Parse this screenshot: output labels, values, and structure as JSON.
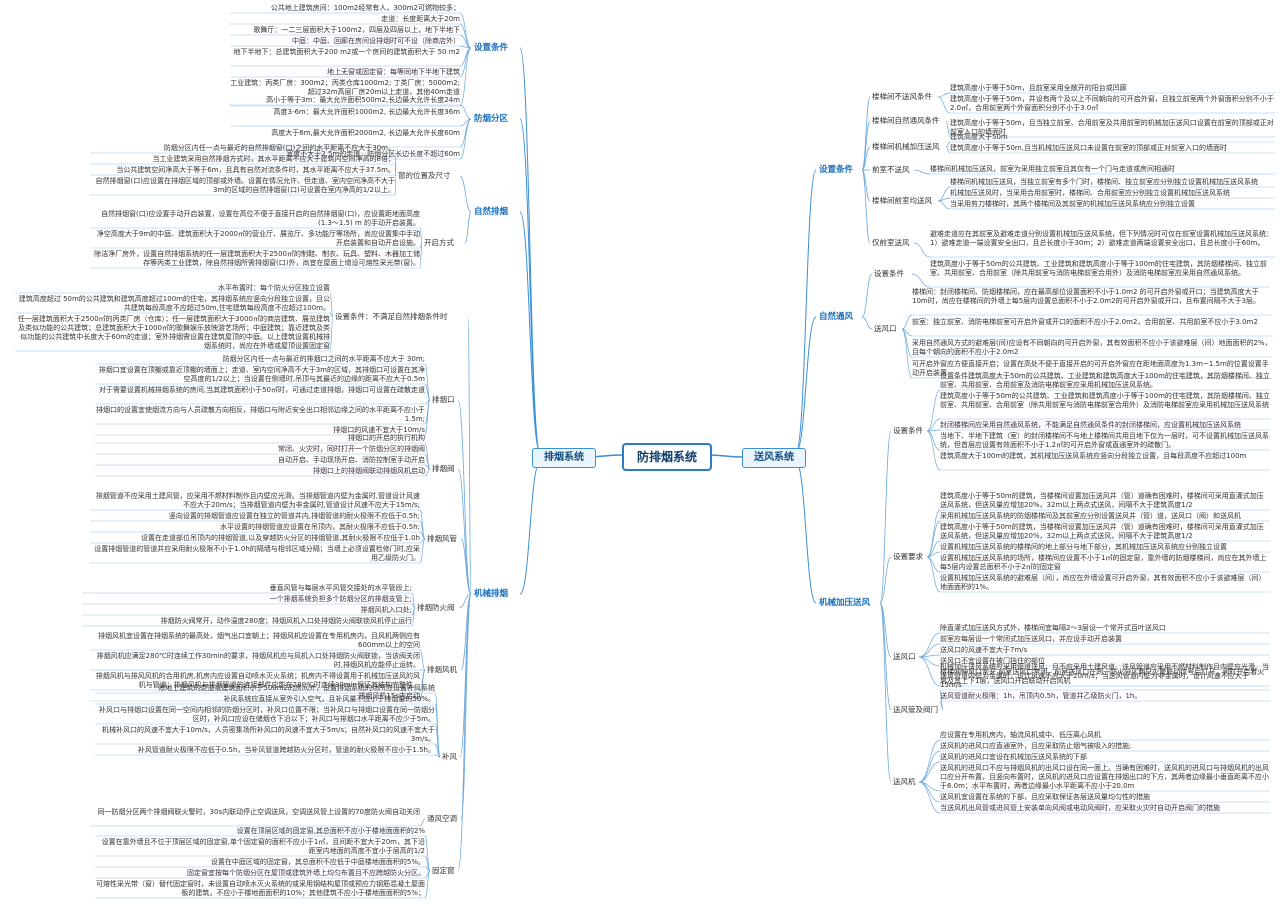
{
  "root": "防排烟系统",
  "branches": {
    "smoke_exhaust": "排烟系统",
    "supply_air": "送风系统"
  },
  "left": {
    "设置条件": {
      "label": "设置条件",
      "items": [
        "公共地上建筑房间：100m2经常有人，300m2可燃物较多；",
        "走道：长度距离大于20m",
        "歌舞厅：一二三层面积大于100m2，四层及四层以上，地下半地下",
        "中庭：中庭、回廊在房间设排烟时可不设（除商店外）",
        "地下半地下：总建筑面积大于200 m2或一个房间的建筑面积大于 50 m2",
        "地上无窗或固定窗：每等同地下半地下建筑",
        "工业建筑：丙类厂房：300m2；丙类仓库1000m2; 丁类厂房：5000m2;超过32m高层厂房20m以上走道，其他40m走道"
      ]
    },
    "防烟分区": {
      "label": "防烟分区",
      "items": [
        "高小于等于3m：最大允许面积500m2,长边最大允许长度24m",
        "高度3-6m：最大允许面积1000m2, 长边最大允许长度36m",
        "高度大于6m,最大允许面积2000m2, 长边最大允许长度60m",
        "宽度不大于2.5m的走道，防烟分区长边长度不超过60m"
      ]
    },
    "自然排烟": {
      "label": "自然排烟",
      "sub1_label": "窗的位置及尺寸",
      "sub1": [
        "防烟分区内任一点与最近的自然排烟窗(口)之间的水平距离不应大于30m。",
        "当工业建筑采用自然排烟方式时，其水平距离不应大于建筑内空间净高的8倍；",
        "当公共建筑空间净高大于等于6m，且具有自然对流条件时，其水平距离不应大于37.5m。",
        "自然排烟窗(口)应设置在排烟区域的顶部或外墙。设置在情况允许、但走道、室内空间净高不大于3m的区域的自然排烟窗(口)可设置在室内净高的1/2以上。"
      ],
      "sub2_label": "开启方式",
      "sub2": [
        "自然排烟窗(口)应设置手动开启装置，设置在高位不便于直接开启的自然排烟窗(口)，应设置距地面高度(1.3～1.5) m 的手动开启装置。",
        "净空高度大于9m的中庭、建筑面积大于2000㎡的营业厅、展览厅、多功能厅等场所，尚应设置集中手动开启装置和自动开启设施。",
        "除洁净厂房外，设置自然排烟系统的任一层建筑面积大于2500㎡的制鞋、制衣、玩具、塑料、木器加工储存等丙类工业建筑，除自然排烟所需排烟窗(口)外，尚宜在屋面上增设可熔性采光带(窗)。"
      ]
    },
    "机械排烟": {
      "label": "机械排烟",
      "设置条件": {
        "label": "设置条件：不满足自然排烟条件时",
        "items": [
          "水平布置时：每个防火分区独立设置",
          "建筑高度超过 50m的公共建筑和建筑高度超过100m的住宅，其排烟系统应竖向分段独立设置，且公共建筑每段高度不应超过50m,住宅建筑每段高度不应超过100m。",
          "任一层建筑面积大于2500㎡的丙类厂房（仓库）；任一层建筑面积大于3000㎡的商店建筑、展览建筑及类似功能的公共建筑；总建筑面积大于1000㎡的歌舞娱乐放映游艺场所；中庭建筑；靠近建筑及类似功能的公共建筑中长度大于60m的走道；室外排烟需设置在建筑屋顶的中庭。以上建筑设置机械排烟系统时，尚应在外墙或屋顶设置固定窗"
        ]
      },
      "排烟口": {
        "label": "排烟口",
        "items": [
          "防烟分区内任一点与最近的排烟口之间的水平距离不应大于 30m;",
          "排烟口宜设置在顶棚或靠近顶棚的墙面上；走道、室内空间净高不大于3m的区域，其排烟口可设置在其净空高度的1/2以上；当设置在侧墙时,吊顶与其最近的边缘的距离不应大于0.5m",
          "对于需要设置机械排烟系统的房间,当其建筑面积小于50㎡时，可通过走道排烟，排烟口可设置在疏散走道",
          "排烟口的设置宜使烟流方向与人员疏散方向相反，排烟口与附近安全出口相邻边缘之间的水平距离不应小于1.5m;",
          "排烟口的风速不宜大于10m/s"
        ]
      },
      "排烟阀": {
        "label": "排烟阀",
        "items": [
          "排烟口的开启的执行机构",
          "常闭、火灾时，同时打开一个防烟分区的排烟阀",
          "自动开启、手动现场开启、消防控制室手动开启",
          "排烟口上的排烟阀联动排烟风机启动"
        ]
      },
      "排烟风管": {
        "label": "排烟风管",
        "items": [
          "排烟管道不应采用土建风管，应采用不燃材料制作且内壁应光滑。当排烟管道内壁为金属时,管道设计风速不应大于20m/s；当排烟管道内壁为非金属时,管道设计风速不应大于15m/s;",
          "竖向设置的排烟管道应设置在独立的管道井内,排烟管道的耐火极限不应低于0.5h;",
          "水平设置的排烟管道应设置在吊顶内，其耐火极限不应低于0.5h;",
          "设置在走道部位吊顶内的排烟管道,以及穿越防火分区的排烟管道,其耐火极限不应低于1.0h",
          "设置排烟管道的管道井应采用耐火极限不小于1.0h的隔墙与相邻区域分隔；当墙上必须设置检修门时,应采用乙级防火门。"
        ]
      },
      "排烟防火阀": {
        "label": "排烟防火阀",
        "items": [
          "垂直风管与每层水平风管交接处的水平管段上;",
          "一个排烟系统负担多个防烟分区的排烟支管上;",
          "排烟风机入口处;",
          "排烟防火阀常开，动作温度280度；排烟风机入口处排烟防火阀联锁风机停止运行"
        ]
      },
      "排烟风机": {
        "label": "排烟风机",
        "items": [
          "排烟风机宜设置在排烟系统的最高处，烟气出口宜朝上；排烟风机应设置在专用机房内，且风机两侧应有600mm以上的空间",
          "排烟风机应满足280℃时连续工作30min的要求，排烟风机应与风机入口处排烟防火阀联锁，当该阀关闭时,排烟风机应能停止运转。",
          "排烟风机与排风风机的合用机房,机房内应设置自动喷水灭火系统；机房内不得设置用于机械加压送风的风机与管道；排烟风机与排烟管道的连接部件应能在280℃时连续30min保证其结构完整性。",
          "排烟风机15s内启动"
        ]
      },
      "补风": {
        "label": "补风",
        "items": [
          "除地上建筑的走道或建筑面积小于500m2的房间外，设置排烟系统的场所应设置补风系统",
          "补风系统应直接从室外引入空气，且补风量不应小于排烟量的50%。",
          "补风口与排烟口设置在同一空间内相邻的防烟分区时，补风口位置不限；当补风口与排烟口设置在同一防烟分区时，补风口应设在储烟仓下沿以下；补风口与排烟口水平距离不应少于5m。",
          "机械补风口的风速不宜大于10m/s，人员密集场所补风口的风速不宜大于5m/s；自然补风口的风速不宜大于3m/s。",
          "补风管道耐火极限不应低于0.5h，当补风管道跨越防火分区时，管道的耐火极限不应小于1.5h。"
        ]
      },
      "通风空调": {
        "label": "通风空调",
        "items": [
          "同一防烟分区两个排烟阀联火警时，30s内联动停止空调送风，空调送风管上设置的70度防火阀自动关闭"
        ]
      },
      "固定窗": {
        "label": "固定窗",
        "items": [
          "设置在顶层区域的固定窗,其总面积不应小于楼地面面积的2%",
          "设置在靠外墙且不位于顶层区域的固定窗,单个固定窗的面积不应小于1㎡，且间距不宜大于20m，其下沿距室内地面的高度不宜小于层高的1/2",
          "设置在中庭区域的固定窗，其总面积不应低于中庭楼地面面积的5%。",
          "固定窗宜按每个防烟分区在屋顶或建筑外墙上均匀布置且不应跨越防火分区。",
          "可熔性采光带（窗）替代固定窗时，未设置自动喷水灭火系统的或采用钢结构屋顶或预应力钢筋混凝土屋面板的建筑，不应小于楼地面面积的10%；其他建筑不应小于楼地面面积的5%；"
        ]
      }
    }
  },
  "right": {
    "设置条件": {
      "label": "设置条件",
      "楼梯间不送风条件": {
        "label": "楼梯间不送风条件",
        "items": [
          "建筑高度小于等于50m，且前室采用全敞开的阳台或凹廊",
          "建筑高度小于等于50m，并设有两个及以上不同朝向的可开启外窗，且独立前室两个外窗面积分别不小于2.0㎡，合用前室两个外窗面积分别不小于3.0㎡"
        ]
      },
      "楼梯间自然通风条件": {
        "label": "楼梯间自然通风条件",
        "items": [
          "建筑高度小于等于50m，且当独立前室、合用前室及共用前室的机械加压送风口设置在前室的顶部或正对前室入口的墙面时"
        ]
      },
      "楼梯间机械加压送风": {
        "label": "楼梯间机械加压送风",
        "items": [
          "建筑高度大于50m",
          "建筑高度小于等于50m,且当机械加压送风口未设置在前室的顶部或正对前室入口的墙面时"
        ]
      },
      "前室不送风": {
        "label": "前室不送风",
        "items": [
          "楼梯间机械加压送风，前室为采用独立前室且其仅有一个门与走道或房间相通时"
        ]
      },
      "楼梯间前室均送风": {
        "label": "楼梯间前室均送风",
        "items": [
          "楼梯间机械加压送风，当独立前室有多个门时，楼梯间、独立前室应分别独立设置机械加压送风系统",
          "机械加压送风时，当采用合用前室时，楼梯间、合用前室应分别独立设置机械加压送风系统",
          "当采用剪刀楼梯时，其两个楼梯间及其前室的机械加压送风系统应分别独立设置"
        ]
      },
      "仅前室送风": {
        "label": "仅前室送风",
        "items": [
          "避难走道应在其前室及避难走道分别设置机械加压送风系统，但下列情况时可仅在前室设置机械加压送风系统：1）避难走道一端设置安全出口，且总长度小于30m；2）避难走道两端设置安全出口，且总长度小于60m。"
        ]
      }
    },
    "自然通风": {
      "label": "自然通风",
      "设置条件": {
        "label": "设置条件",
        "items": [
          "建筑高度小于等于50m的公共建筑、工业建筑和建筑高度小于等于100m的住宅建筑，其防烟楼梯间、独立前室、共用前室、合用前室（除共用前室与消防电梯前室合用外）及消防电梯前室应采用自然通风系统。"
        ]
      },
      "送风口": {
        "label": "送风口",
        "items": [
          "楼梯间：封闭楼梯间、防烟楼梯间，应在最高部位设置面积不小于1.0m2 的可开启外窗或开口；当建筑高度大于10m时，尚应在楼梯间的外墙上每5层内设置总面积不小于2.0m2的可开启外窗或开口，且布置间隔不大于3层。",
          "前室：独立前室、消防电梯前室可开启外窗或开口的面积不应小于2.0m2，合用前室、共用前室不应小于3.0m2",
          "采用自然通风方式的避难层(间)应设有不同朝向的可开启外窗，其有效面积不应小于该避难层（间）地面面积的2%，且每个朝向的面积不应小于2.0m2",
          "可开启外窗应方便直接开启；设置在高处不便于直接开启的可开启外窗应在距地面高度为1.3m~1.5m的位置设置手动开启装置"
        ]
      }
    },
    "机械加压送风": {
      "label": "机械加压送风",
      "设置条件": {
        "label": "设置条件",
        "items": [
          "设置条件建筑高度大于50m的公共建筑、工业建筑和建筑高度大于100m的住宅建筑，其防烟楼梯间、独立前室、共用前室、合用前室及消防电梯前室应采用机械加压送风系统。",
          "建筑高度小于等于50m的公共建筑、工业建筑和建筑高度小于等于100m的住宅建筑，其防烟楼梯间、独立前室、共用前室、合用前室（除共用前室与消防电梯前室合用外）及消防电梯前室应采用机械加压送风系统",
          "封闭楼梯间应采用自然通风系统，不能满足自然通风条件的封闭楼梯间，应设置机械加压送风系统",
          "当地下、半地下建筑（室）的封闭楼梯间不与地上楼梯间共用且地下仅为一层时，可不设置机械加压送风系统，但首层应设置有效面积不小于1.2㎡的可开启外窗或直通室外的疏散门。",
          "建筑高度大于100m的建筑，其机械加压送风系统应竖向分段独立设置，且每段高度不应超过100m"
        ]
      },
      "设置要求": {
        "label": "设置要求",
        "items": [
          "建筑高度小于等于50m的建筑，当楼梯间设置加压送风井（管）道确有困难时，楼梯间可采用直灌式加压送风系统，但送风量应增加20%，32m以上两点式送风，间隔不大于建筑高度1/2",
          "采用机械加压送风系统的防烟楼梯间及其前室应分别设置送风井（管）道，送风口（阀）和送风机",
          "建筑高度小于等于50m的建筑，当楼梯间设置加压送风井（管）道确有困难时，楼梯间可采用直灌式加压送风系统，但送风量应增加20%，32m以上两点式送风，间隔不大于建筑高度1/2",
          "设置机械加压送风系统的楼梯间的地上部分与地下部分，其机械加压送风系统应分别独立设置",
          "设置机械加压送风系统的场所，楼梯间应设置不小于1㎡的固定窗，靠外墙的防烟楼梯间，尚应在其外墙上每5层内设置总面积不小于2㎡的固定窗",
          "设置机械加压送风系统的避难层（间），尚应在外墙设置可开启外窗，其有效面积不应小于该避难层（间）地面面积的1%。"
        ]
      },
      "送风口": {
        "label": "送风口",
        "items": [
          "除直灌式加压送风方式外，楼梯间宜每隔2～3层设一个常开式百叶送风口",
          "前室应每层设一个常闭式加压送风口，并应设手动开启装置",
          "送风口的风速不宜大于7m/s",
          "送风口不宜设置在被门挡住的部位",
          "楼梯间伸风口常开,前室送风口常闭，前室送风口在同一防火分区两只火警联动信号后打开，同时开启着火层及其上下1层，送风口开启联动开启风机"
        ]
      },
      "送风管及阀门": {
        "label": "送风管及阀门",
        "items": [
          "机械加压送风系统应采用管道送风，且不应采用土建风道。送风管道应采用不燃材料制作且内壁应光滑。当送风管道内壁为金属时，设计风速不应大于20m/s；当送风管道内壁为非金属时，设计风速不应大于15m/s",
          "送风管道耐火极限：1h，吊顶内0.5h，管道井乙级防火门，1h。"
        ]
      },
      "送风机": {
        "label": "送风机",
        "items": [
          "应设置在专用机房内，轴流风机或中、低压离心风机",
          "送风机的进风口应直通室外，且应采取防止烟气被吸入的措施;",
          "送风机的进风口宜设在机械加压送风系统的下部",
          "送风机的进风口不应与排烟风机的出风口设在同一面上。当确有困难时，送风机的进风口与排烟风机的出风口应分开布置，且竖向布置时，送风机的进风口应设置在排烟出口的下方，其两者边缘最小垂直距离不应小于6.0m；水平布置时，两者边缘最小水平距离不应小于20.0m",
          "送风机宜设置在系统的下部，且应采取保证各层送风量均匀性的措施",
          "当送风机出风管或进风管上安装单向风阀或电动风阀时，应采取火灾时自动开启阀门的措施"
        ]
      }
    }
  }
}
